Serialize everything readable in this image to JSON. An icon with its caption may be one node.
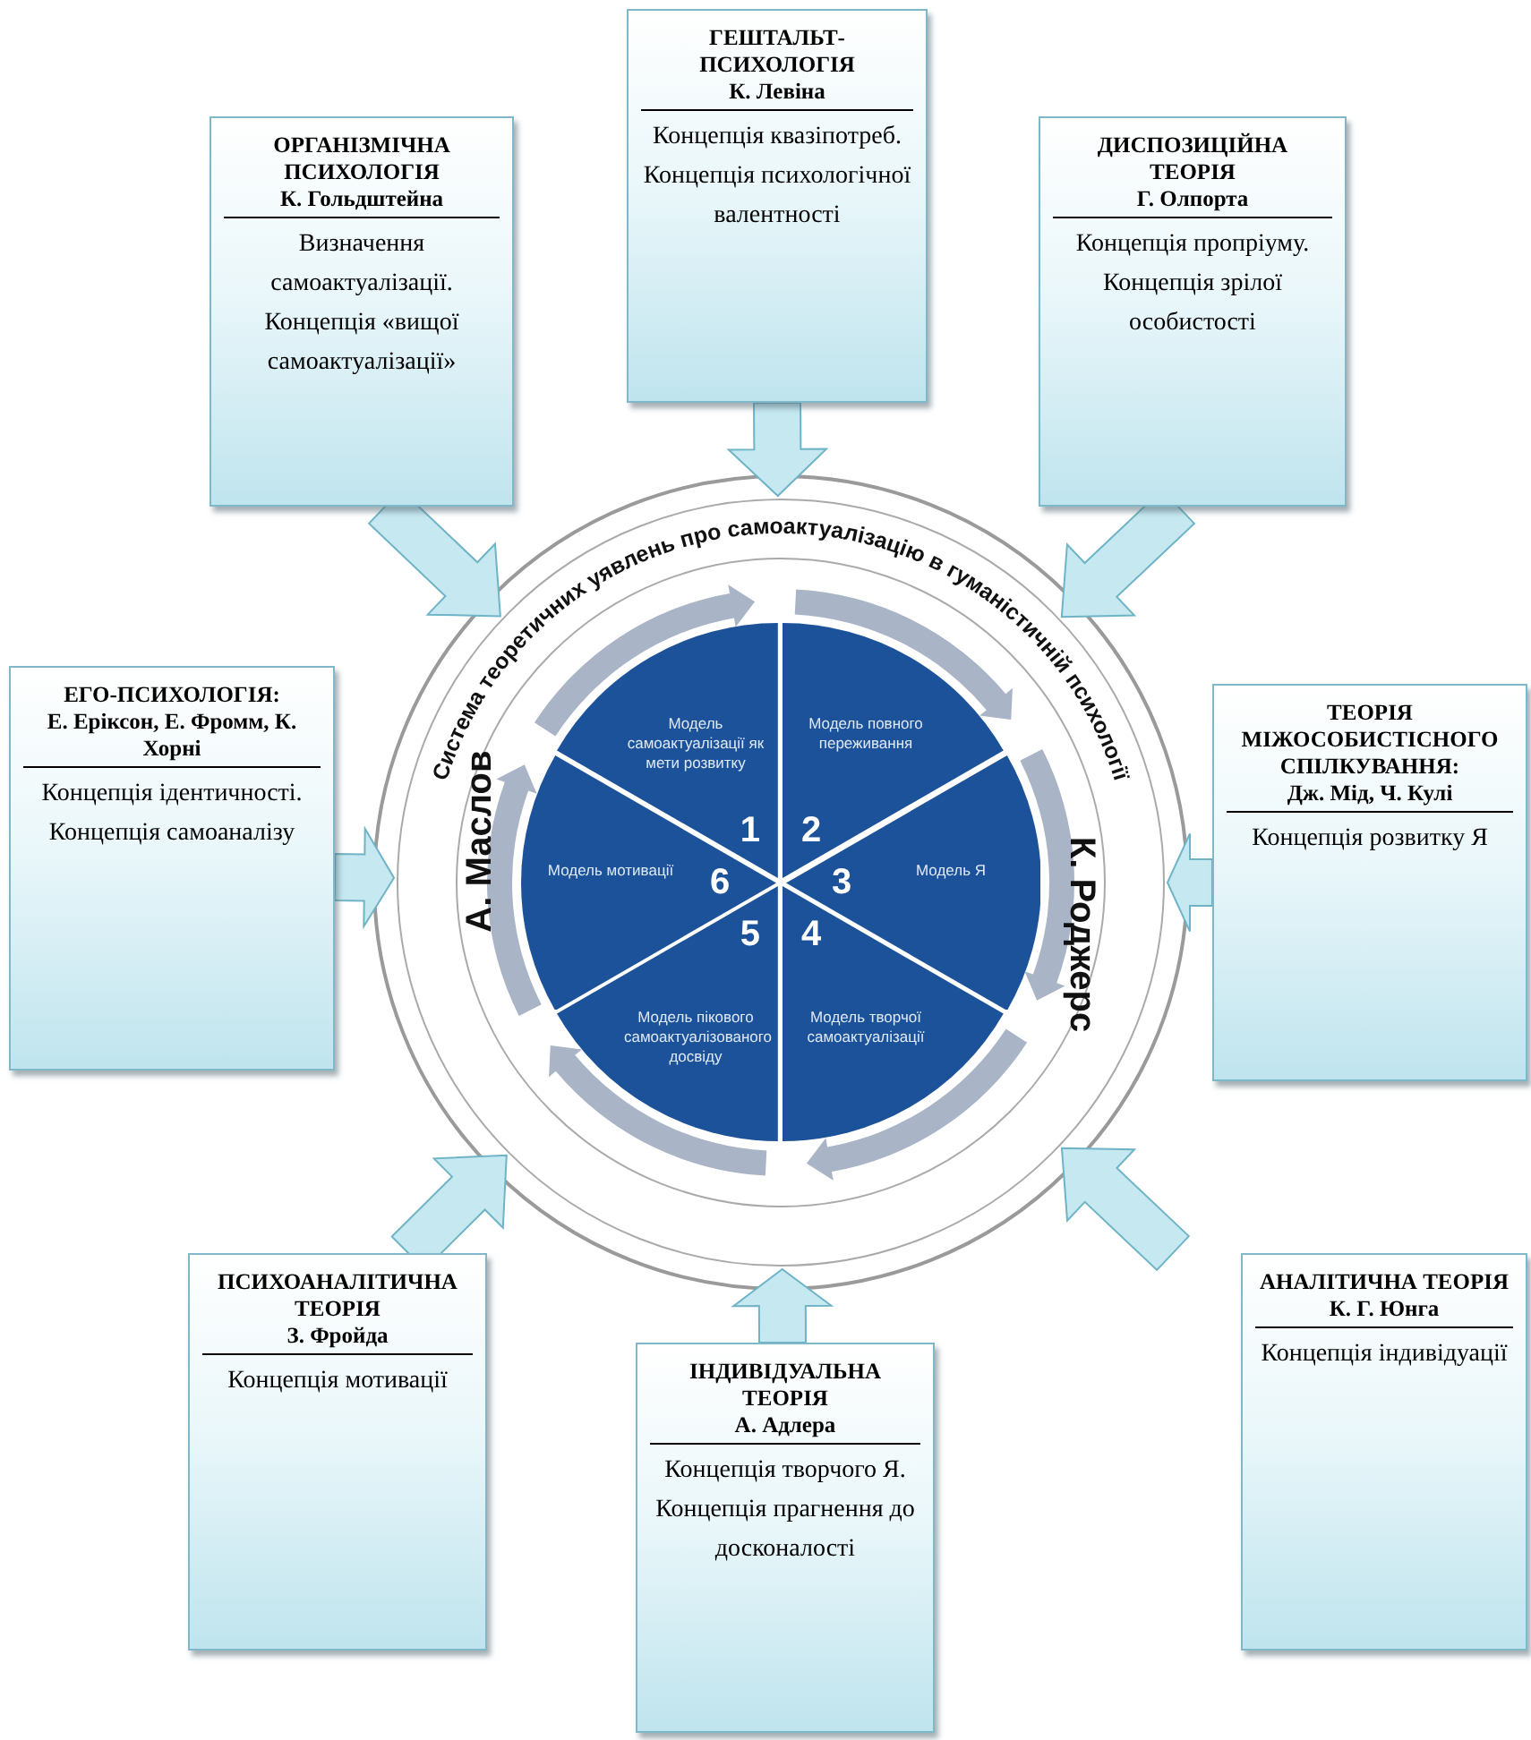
{
  "diagram": {
    "nodes": [
      {
        "text": [
          "ОРГАНІЗМІЧНА ПСИХОЛОГІЯ",
          "К. Гольдштейна",
          "Визначення самоактуалізації. Концепція «вищої самоактуалізації»"
        ]
      },
      {
        "text": [
          "ГЕШТАЛЬТ-ПСИХОЛОГІЯ",
          "К. Левіна",
          "Концепція квазіпотреб. Концепція психологічної валентності"
        ]
      },
      {
        "text": [
          "ДИСПОЗИЦІЙНА ТЕОРІЯ",
          "Г. Олпорта",
          "Концепція пропріуму. Концепція зрілої особистості"
        ]
      },
      {
        "text": [
          "ЕГО-ПСИХОЛОГІЯ:",
          "Е. Еріксон, Е. Фромм, К. Хорні",
          "Концепція ідентичності. Концепція самоаналізу"
        ]
      },
      {
        "text": [
          "ТЕОРІЯ МІЖОСОБИСТІСНОГО СПІЛКУВАННЯ:",
          "Дж. Мід, Ч. Кулі",
          "Концепція розвитку Я"
        ]
      },
      {
        "text": [
          "ПСИХОАНАЛІТИЧНА ТЕОРІЯ",
          "З. Фройда",
          "Концепція мотивації"
        ]
      },
      {
        "text": [
          "ІНДИВІДУАЛЬНА ТЕОРІЯ",
          "А. Адлера",
          "Концепція творчого Я. Концепція прагнення до досконалості"
        ]
      },
      {
        "text": [
          "АНАЛІТИЧНА ТЕОРІЯ",
          "К. Г. Юнга",
          "Концепція індивідуації"
        ]
      },
      {
        "text": [
          "Система теоретичних уявлень про самоактуалізацію в гуманістичній психології"
        ]
      },
      {
        "text": [
          "Модель самоактуалізації як мети розвитку",
          "1"
        ],
        "in": 8
      },
      {
        "text": [
          "Модель повного переживання",
          "2"
        ],
        "in": 8
      },
      {
        "text": [
          "3",
          "Модель Я"
        ],
        "in": 8
      },
      {
        "text": [
          "4",
          "Модель творчої самоактуалізації"
        ],
        "in": 8
      },
      {
        "text": [
          "5",
          "Модель пікового самоактуалізованого досвіду"
        ],
        "in": 8
      },
      {
        "text": [
          "Модель мотивації",
          "6"
        ],
        "in": 8
      }
    ],
    "edges": [
      {
        "from": 0,
        "to": 8,
        "arrow": "to"
      },
      {
        "from": 1,
        "to": 8,
        "arrow": "to"
      },
      {
        "from": 2,
        "to": 8,
        "arrow": "to"
      },
      {
        "from": 3,
        "to": 8,
        "arrow": "to"
      },
      {
        "from": 4,
        "to": 8,
        "arrow": "to"
      },
      {
        "from": 5,
        "to": 8,
        "arrow": "to"
      },
      {
        "from": 6,
        "to": 8,
        "arrow": "to"
      },
      {
        "from": 7,
        "to": 8,
        "arrow": "to"
      }
    ],
    "labels": [
      "А. Маслов",
      "К. Роджерс"
    ]
  }
}
